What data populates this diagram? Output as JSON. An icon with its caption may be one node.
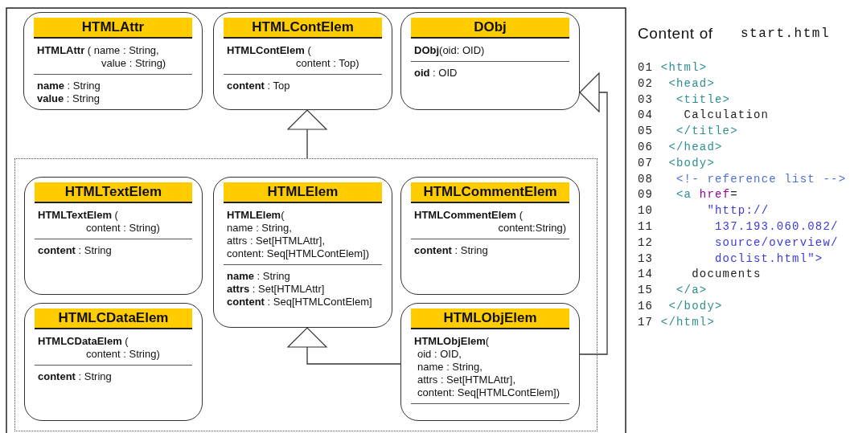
{
  "diagram": {
    "nodes": [
      {
        "text": [
          "HTMLAttr",
          "**HTMLAttr** ( name : String, value : String)",
          "**name** : String",
          "**value** : String"
        ]
      },
      {
        "text": [
          "HTMLContElem",
          "**HTMLContElem** ( content : Top)",
          "**content** : Top"
        ]
      },
      {
        "text": [
          "DObj",
          "**DObj**(oid: OID)",
          "**oid** : OID"
        ]
      },
      {
        "text": [],
        "shape": "box"
      },
      {
        "text": [
          "HTMLTextElem",
          "**HTMLTextElem** ( content : String)",
          "**content** : String"
        ],
        "in": 3
      },
      {
        "text": [
          "HTMLElem",
          "**HTMLElem**( name : String, attrs : Set[HTMLAttr], content: Seq[HTMLContElem])",
          "**name** : String",
          "**attrs** : Set[HTMLAttr]",
          "**content** : Seq[HTMLContElem]"
        ],
        "in": 3
      },
      {
        "text": [
          "HTMLCommentElem",
          "**HTMLCommentElem** ( content:String)",
          "**content** : String"
        ],
        "in": 3
      },
      {
        "text": [
          "HTMLCDataElem",
          "**HTMLCDataElem** ( content : String)",
          "**content** : String"
        ],
        "in": 3
      },
      {
        "text": [
          "HTMLObjElem",
          "**HTMLObjElem**( oid : OID, name : String, attrs : Set[HTMLAttr], content: Seq[HTMLContElem])"
        ],
        "in": 3
      }
    ],
    "edges": [
      {
        "from": 3,
        "to": 1,
        "arrow": "to"
      },
      {
        "from": 8,
        "to": 5,
        "arrow": "to"
      },
      {
        "from": 8,
        "to": 2,
        "arrow": "to"
      }
    ],
    "labels": [
      "Content of",
      "start.html",
      "01",
      "<html>",
      "02",
      "<head>",
      "03",
      "<title>",
      "04",
      "Calculation",
      "05",
      "</title>",
      "06",
      "</head>",
      "07",
      "<body>",
      "08",
      "<!- reference list -->",
      "09",
      "<a",
      "href",
      "=",
      "10",
      "\"http://",
      "11",
      "137.193.060.082/",
      "12",
      "source/overview/",
      "13",
      "doclist.html\">",
      "14",
      "documents",
      "15",
      "</a>",
      "16",
      "</body>",
      "17",
      "</html>"
    ]
  }
}
